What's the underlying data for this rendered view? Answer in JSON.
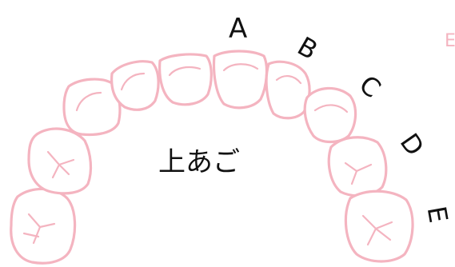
{
  "jaw_label": "上あご",
  "tooth_letters": [
    "A",
    "B",
    "C",
    "D",
    "E"
  ],
  "cutoff_letter": "E",
  "colors": {
    "tooth_outline": "#f4b4c0",
    "label": "#111111",
    "cutoff_letter": "#f4b4c0"
  },
  "icons": {
    "tooth": "tooth-outline-icon"
  }
}
